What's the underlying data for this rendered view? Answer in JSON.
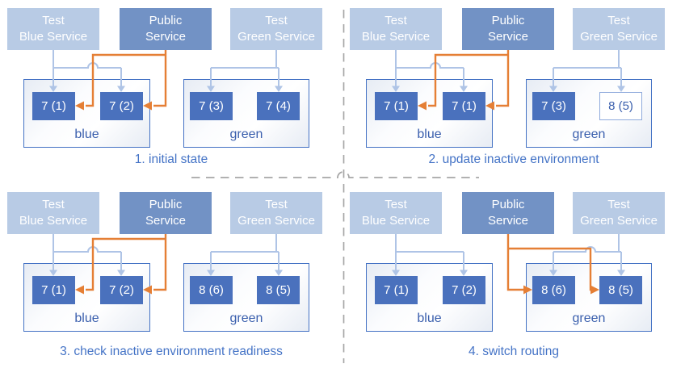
{
  "colors": {
    "pod_blue": "#4a71bd",
    "service_light": "#b8cbe5",
    "service_public": "#7292c5",
    "orange": "#e57f35",
    "connector_light": "#afc4e6",
    "env_border": "#4472c4",
    "env_label": "#3a5fad",
    "caption": "#4473c6",
    "divider": "#a6a6a6",
    "outlined_pod_border": "#8faadc",
    "outlined_pod_text": "#3a5fad"
  },
  "service_labels": {
    "left": {
      "line1": "Test",
      "line2": "Blue Service"
    },
    "center": {
      "line1": "Public",
      "line2": "Service"
    },
    "right": {
      "line1": "Test",
      "line2": "Green Service"
    }
  },
  "panels": [
    {
      "caption": "1. initial state",
      "public_routes_to": "blue",
      "environments": {
        "blue": {
          "label": "blue",
          "pods": [
            {
              "text": "7 (1)",
              "style": "filled"
            },
            {
              "text": "7 (2)",
              "style": "filled"
            }
          ]
        },
        "green": {
          "label": "green",
          "pods": [
            {
              "text": "7 (3)",
              "style": "filled"
            },
            {
              "text": "7 (4)",
              "style": "filled"
            }
          ]
        }
      }
    },
    {
      "caption": "2. update inactive environment",
      "public_routes_to": "blue",
      "environments": {
        "blue": {
          "label": "blue",
          "pods": [
            {
              "text": "7 (1)",
              "style": "filled"
            },
            {
              "text": "7 (1)",
              "style": "filled"
            }
          ]
        },
        "green": {
          "label": "green",
          "pods": [
            {
              "text": "7 (3)",
              "style": "filled"
            },
            {
              "text": "8 (5)",
              "style": "outlined"
            }
          ]
        }
      }
    },
    {
      "caption": "3. check inactive environment readiness",
      "public_routes_to": "blue",
      "environments": {
        "blue": {
          "label": "blue",
          "pods": [
            {
              "text": "7 (1)",
              "style": "filled"
            },
            {
              "text": "7 (2)",
              "style": "filled"
            }
          ]
        },
        "green": {
          "label": "green",
          "pods": [
            {
              "text": "8 (6)",
              "style": "filled"
            },
            {
              "text": "8 (5)",
              "style": "filled"
            }
          ]
        }
      }
    },
    {
      "caption": "4. switch routing",
      "public_routes_to": "green",
      "environments": {
        "blue": {
          "label": "blue",
          "pods": [
            {
              "text": "7 (1)",
              "style": "filled"
            },
            {
              "text": "7 (2)",
              "style": "filled"
            }
          ]
        },
        "green": {
          "label": "green",
          "pods": [
            {
              "text": "8 (6)",
              "style": "filled"
            },
            {
              "text": "8 (5)",
              "style": "filled"
            }
          ]
        }
      }
    }
  ]
}
